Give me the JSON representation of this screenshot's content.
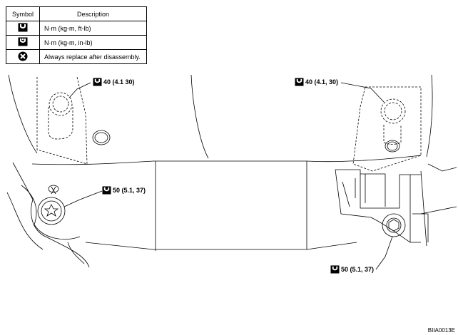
{
  "legend": {
    "header_symbol": "Symbol",
    "header_description": "Description",
    "rows": [
      {
        "icon": "torque-wrench-icon",
        "description": "N·m (kg-m, ft-lb)"
      },
      {
        "icon": "torque-wrench-inlb-icon",
        "description": "N·m (kg-m, in-lb)"
      },
      {
        "icon": "replace-part-icon",
        "description": "Always replace after disassembly."
      }
    ]
  },
  "callouts": {
    "top_left": "40 (4.1 30)",
    "top_right": "40 (4.1, 30)",
    "mid_left": "50 (5.1, 37)",
    "bottom_right": "50 (5.1, 37)"
  },
  "figure_id": "BIIA0013E"
}
